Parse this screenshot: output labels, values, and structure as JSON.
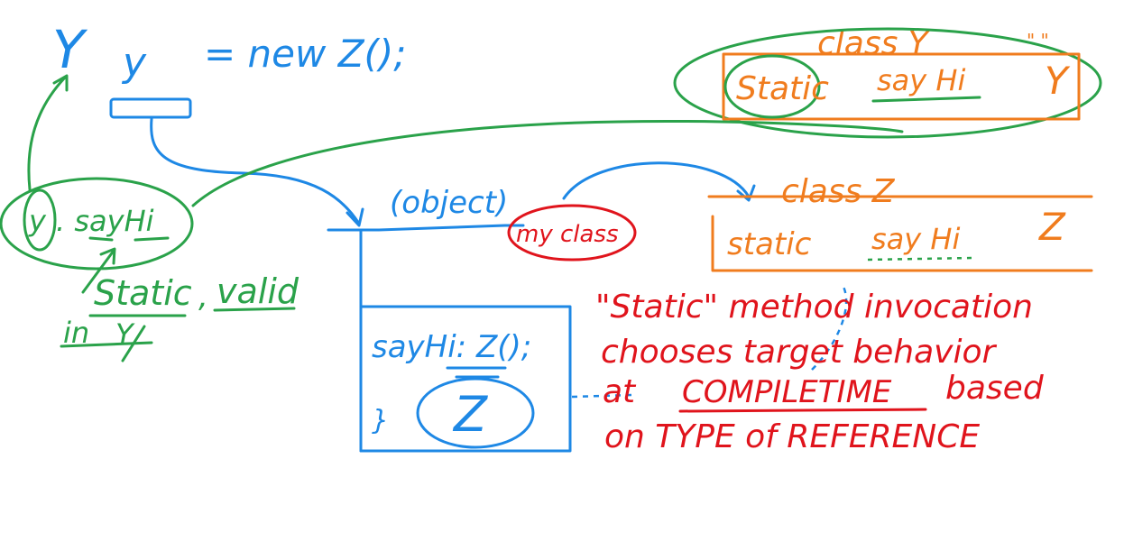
{
  "declaration": {
    "type_letter": "Y",
    "var_name": "y",
    "assign_text": "= new Z();"
  },
  "invocation": {
    "ref": "y",
    "dot_method": ". sayHi",
    "note_static": "Static",
    "note_comma": ",",
    "note_valid": "valid",
    "note_in": "in",
    "note_class": "Y"
  },
  "object_box": {
    "label": "(object)",
    "myclass": "my class",
    "method": "sayHi: Z();",
    "brace": "}",
    "badge": "Z"
  },
  "class_y": {
    "title": "class Y",
    "static": "Static",
    "method": "say Hi",
    "letter": "Y",
    "quote": "\" \""
  },
  "class_z": {
    "title": "class Z",
    "static": "static",
    "method": "say Hi",
    "letter": "Z"
  },
  "note": {
    "line1": "\"Static\" method invocation",
    "line2": "chooses target behavior",
    "line3_prefix": "at",
    "line3_key": "COMPILETIME",
    "line3_suffix": "based",
    "line4": "on TYPE of REFERENCE"
  },
  "colors": {
    "blue": "#1e88e5",
    "green": "#2aa24a",
    "orange": "#f07c1e",
    "red": "#e0141c"
  }
}
